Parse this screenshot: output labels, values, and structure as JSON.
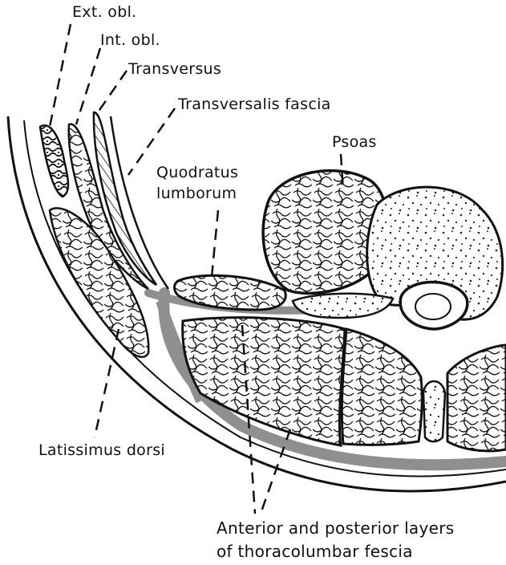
{
  "labels": {
    "ext_obl": "Ext. obl.",
    "int_obl": "Int. obl.",
    "transversus": "Transversus",
    "transversalis_fascia": "Transversalis fascia",
    "psoas": "Psoas",
    "quadratus_line1": "Quodratus",
    "quadratus_line2": "lumborum",
    "latissimus": "Latissimus dorsi",
    "fascia_line1": "Anterior and posterior layers",
    "fascia_line2": "of thoracolumbar fescia"
  },
  "colors": {
    "ink": "#111111",
    "fascia_gray": "#8f8f8f",
    "background": "#ffffff"
  }
}
